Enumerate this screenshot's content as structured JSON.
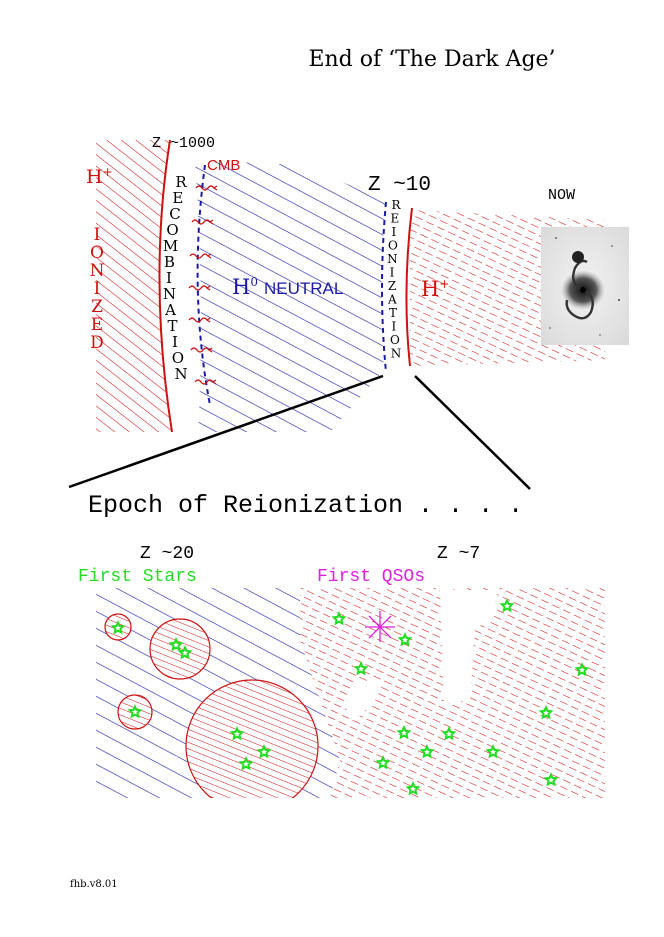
{
  "title": "End of ‘The Dark Age’",
  "top_diagram": {
    "z_1000": "Z ~1000",
    "cmb": "CMB",
    "h_plus_left": "H",
    "h_plus_left_sup": "+",
    "ionized_letters": [
      "I",
      "O",
      "N",
      "I",
      "Z",
      "E",
      "D"
    ],
    "recombination_letters": [
      "R",
      "E",
      "C",
      "O",
      "M",
      "B",
      "I",
      "N",
      "A",
      "T",
      "I",
      "O",
      "N"
    ],
    "h0_label": "H",
    "h0_sup": "0",
    "neutral": "NEUTRAL",
    "z_10": "Z ~10",
    "reionization_letters": [
      "R",
      "E",
      "I",
      "O",
      "N",
      "I",
      "Z",
      "A",
      "T",
      "I",
      "O",
      "N"
    ],
    "h_plus_right": "H",
    "h_plus_right_sup": "+",
    "now": "NOW"
  },
  "epoch_title": "Epoch of Reionization . . . .",
  "bottom_diagram": {
    "z_20": "Z ~20",
    "first_stars": "First Stars",
    "first_qsos": "First QSOs",
    "z_7": "Z ~7"
  },
  "footer": "fhb.v8.01",
  "colors": {
    "red": "#cc1111",
    "blue": "#1a1aa6",
    "green": "#22dd22",
    "magenta": "#dd22dd",
    "black": "#000000"
  }
}
